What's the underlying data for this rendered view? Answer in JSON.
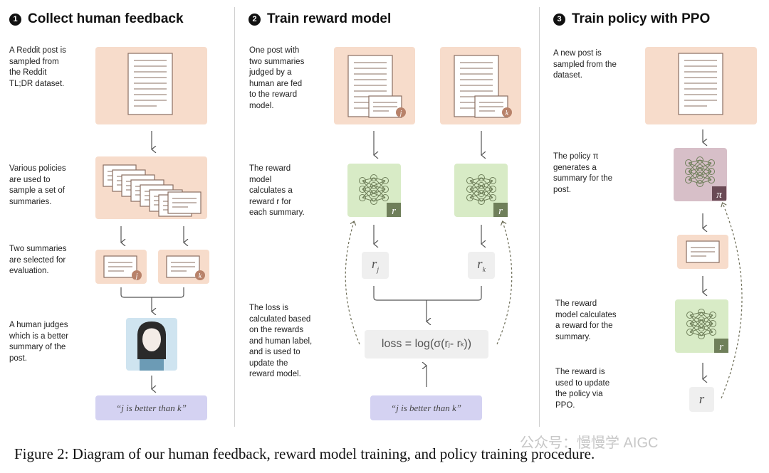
{
  "col1": {
    "number": "1",
    "title": "Collect human feedback",
    "t1": [
      "A Reddit post is",
      "sampled from",
      "the Reddit",
      "TL;DR dataset."
    ],
    "t2": [
      "Various policies",
      "are used to",
      "sample a set of",
      "summaries."
    ],
    "t3": [
      "Two summaries",
      "are selected for",
      "evaluation."
    ],
    "t4": [
      "A human judges",
      "which is a better",
      "summary of the",
      "post."
    ],
    "badge_j": "j",
    "badge_k": "k",
    "judgment": "“j is better than k”"
  },
  "col2": {
    "number": "2",
    "title": "Train reward model",
    "t1": [
      "One post with",
      "two summaries",
      "judged by a",
      "human are fed",
      "to the reward",
      "model."
    ],
    "t2": [
      "The reward",
      "model",
      "calculates a",
      "reward r for",
      "each summary."
    ],
    "t3": [
      "The loss is",
      "calculated based",
      "on the rewards",
      "and human label,",
      "and is used to",
      "update the",
      "reward model."
    ],
    "badge_j": "j",
    "badge_k": "k",
    "r_badge": "r",
    "rj": "r",
    "rj_sub": "j",
    "rk": "r",
    "rk_sub": "k",
    "loss": "loss = log(σ(r",
    "loss_sub_j": "j",
    "loss_mid": " - r",
    "loss_sub_k": "k",
    "loss_end": "))",
    "judgment": "“j is better than k”"
  },
  "col3": {
    "number": "3",
    "title": "Train policy with PPO",
    "t1": [
      "A new post is",
      "sampled from the",
      "dataset."
    ],
    "t2": [
      "The policy π",
      "generates a",
      "summary for the",
      "post."
    ],
    "t3": [
      "The reward",
      "model calculates",
      "a reward for the",
      "summary."
    ],
    "t4": [
      "The reward is",
      "used to update",
      "the policy via",
      "PPO."
    ],
    "pi_badge": "π",
    "r_badge": "r",
    "r_value": "r"
  },
  "caption": "Figure 2: Diagram of our human feedback, reward model training, and policy training procedure.",
  "watermark": "公众号：慢慢学 AIGC",
  "colors": {
    "peach": "#f7dccb",
    "green": "#d8ebc6",
    "purple": "#d7bfc8",
    "gray": "#efefef",
    "lavender": "#d4d2f2",
    "accent_brown": "#b8826a"
  }
}
